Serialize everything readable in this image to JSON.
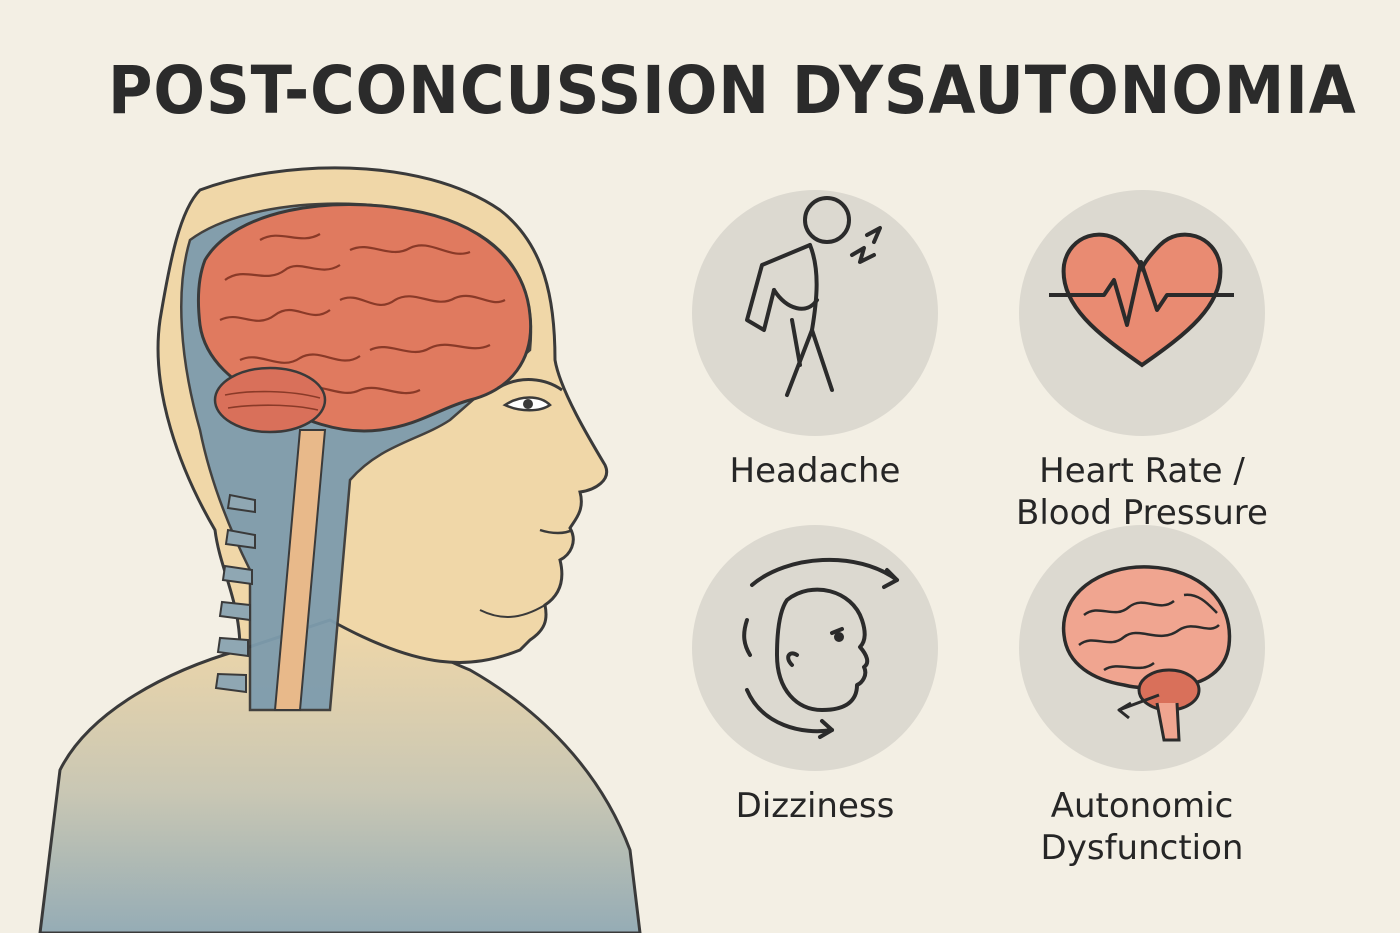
{
  "title": "POST-CONCUSSION DYSAUTONOMIA",
  "symptoms": [
    {
      "label_lines": [
        "Headache"
      ],
      "icon": "person-headache-icon"
    },
    {
      "label_lines": [
        "Heart Rate /",
        "Blood Pressure"
      ],
      "icon": "heart-ecg-icon"
    },
    {
      "label_lines": [
        "Dizziness"
      ],
      "icon": "dizzy-head-icon"
    },
    {
      "label_lines": [
        "Autonomic",
        "Dysfunction"
      ],
      "icon": "brain-arrow-icon"
    }
  ],
  "colors": {
    "background": "#f3efe4",
    "brain": "#e07a5f",
    "skin": "#f0d7a8",
    "csf": "#7e9cad",
    "body": "#9fb3ba",
    "disc": "#dcd9d0"
  }
}
